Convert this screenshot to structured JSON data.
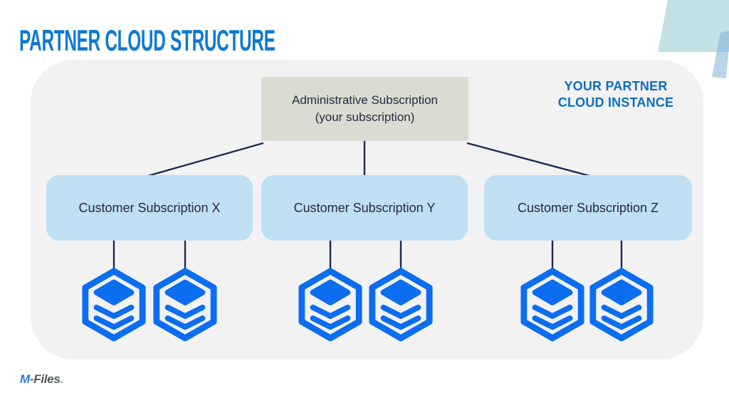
{
  "title": "PARTNER CLOUD STRUCTURE",
  "diagram": {
    "instance_label_line1": "YOUR PARTNER",
    "instance_label_line2": "CLOUD INSTANCE",
    "admin_box": {
      "line1": "Administrative Subscription",
      "line2": "(your subscription)"
    },
    "customer_boxes": [
      {
        "label": "Customer Subscription X",
        "vault_count": 2
      },
      {
        "label": "Customer Subscription Y",
        "vault_count": 2
      },
      {
        "label": "Customer Subscription Z",
        "vault_count": 2
      }
    ],
    "icons": {
      "vault": "vault-hexagon-icon"
    }
  },
  "footer": {
    "logo_m": "M",
    "logo_rest": "-Files",
    "logo_dot": "."
  },
  "colors": {
    "title_blue": "#0c79d3",
    "instance_label_blue": "#0b6fc2",
    "container_bg": "#f2f2f2",
    "admin_box_bg": "#dadcd1",
    "customer_box_bg": "#bfdff2",
    "connector_navy": "#1b2a55",
    "vault_icon_blue": "#0b6df0",
    "deco_teal": "#c2e1e4",
    "deco_blue": "#7fb3d8",
    "text_dark": "#242a40"
  }
}
